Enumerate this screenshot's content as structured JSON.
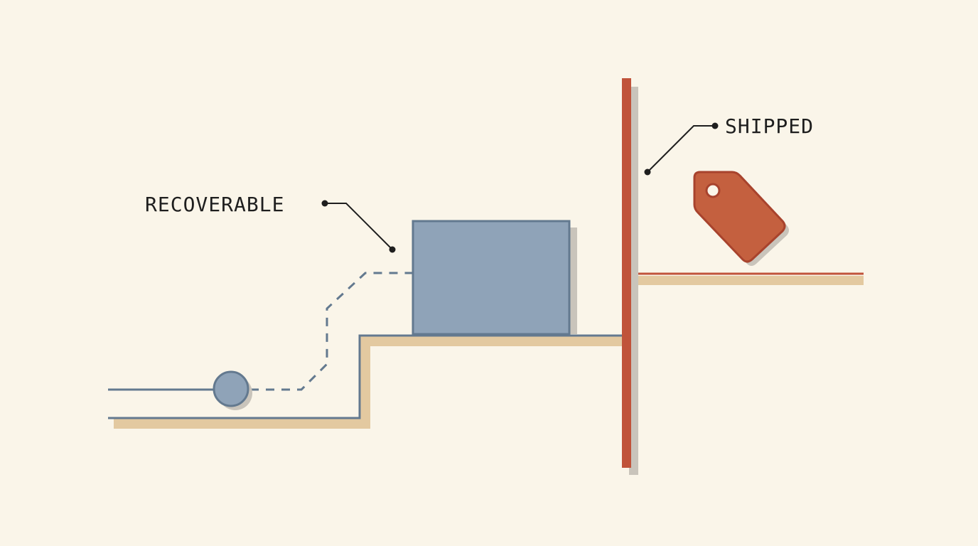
{
  "labels": {
    "recoverable": "RECOVERABLE",
    "shipped": "SHIPPED"
  },
  "colors": {
    "background": "#faf5e9",
    "slate": "#63798f",
    "slate_fill": "#8fa3b8",
    "rust": "#c0533a",
    "rust_fill": "#c4603f",
    "sand_shadow": "#e3c9a0",
    "grey_shadow": "#c9c4bb",
    "ink": "#1e1e1e"
  },
  "icons": {
    "state_marker": "circle-token",
    "working_copy": "rectangle-block",
    "release_tag": "price-tag-icon"
  }
}
